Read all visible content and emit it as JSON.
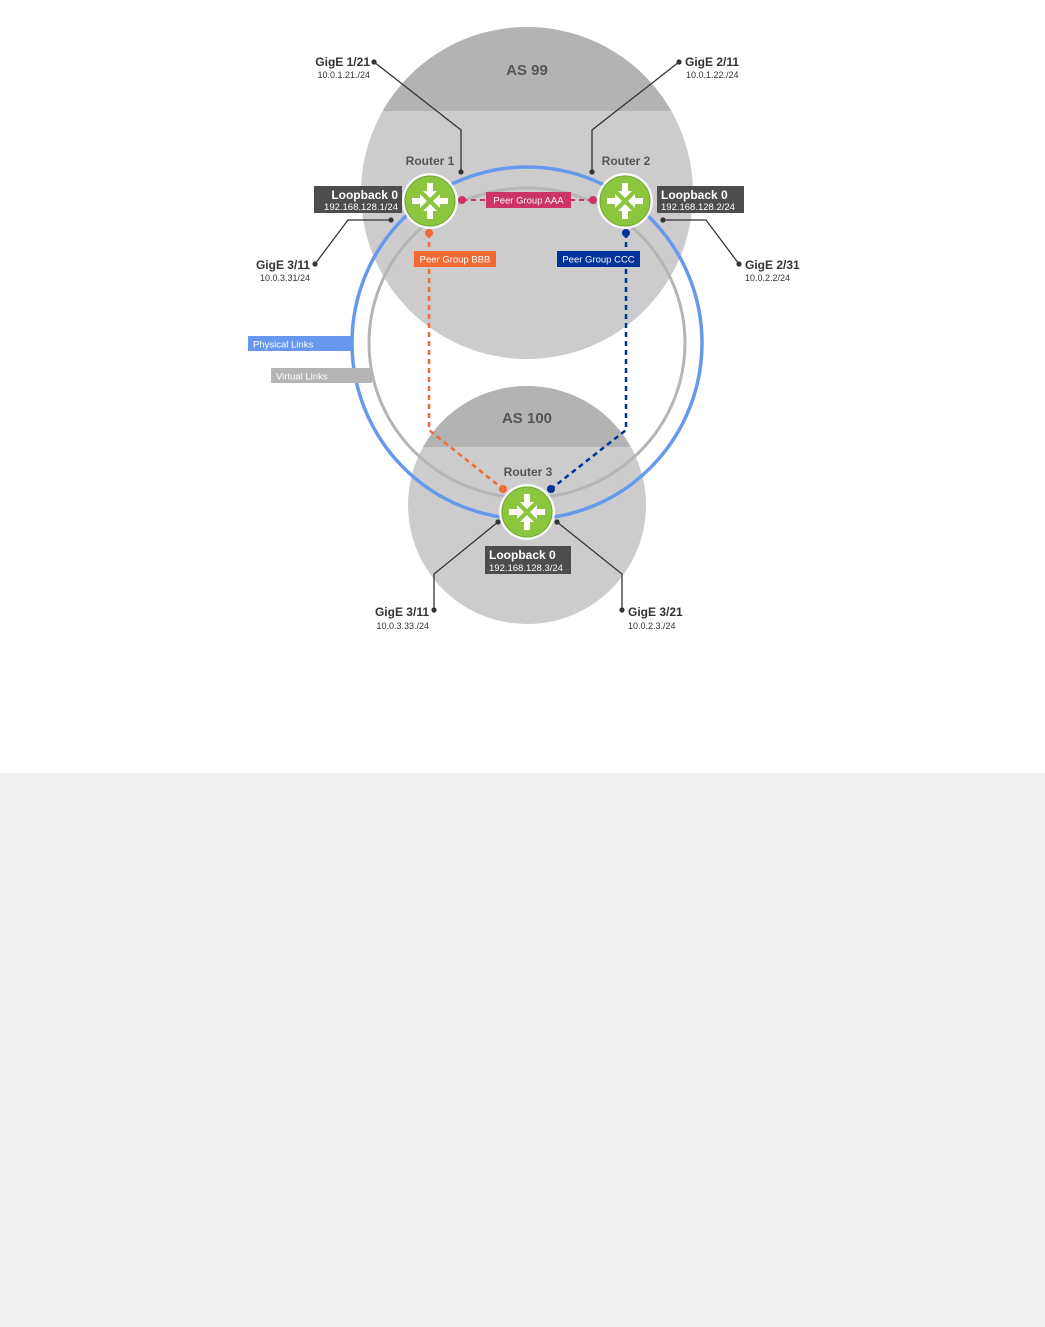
{
  "colors": {
    "as_top": "#b3b3b3",
    "as_body": "#cccccc",
    "physical_link": "#6699ee",
    "virtual_link": "#b5b5b5",
    "router_fill": "#8cc63f",
    "router_ring": "#ffffff",
    "loopback_box": "#4d4d4d",
    "peer_group_aaa": "#cc3366",
    "peer_group_bbb": "#f26a33",
    "peer_group_ccc": "#003399",
    "port_line": "#333333",
    "panel_bg": "#ffffff",
    "page_bg": "#f0f0f0"
  },
  "as_zones": {
    "as99": {
      "title": "AS 99"
    },
    "as100": {
      "title": "AS 100"
    }
  },
  "routers": {
    "router1": {
      "name": "Router 1",
      "icon": "router-arrows-icon"
    },
    "router2": {
      "name": "Router 2",
      "icon": "router-arrows-icon"
    },
    "router3": {
      "name": "Router 3",
      "icon": "router-arrows-icon"
    }
  },
  "loopbacks": {
    "r1": {
      "title": "Loopback 0",
      "ip": "192.168.128.1/24"
    },
    "r2": {
      "title": "Loopback 0",
      "ip": "192.168.128.2/24"
    },
    "r3": {
      "title": "Loopback 0",
      "ip": "192.168.128.3/24"
    }
  },
  "ports": {
    "gige_1_21": {
      "name": "GigE 1/21",
      "ip": "10.0.1.21./24"
    },
    "gige_2_11": {
      "name": "GigE 2/11",
      "ip": "10.0.1.22./24"
    },
    "gige_3_11_r1": {
      "name": "GigE 3/11",
      "ip": "10.0.3.31/24"
    },
    "gige_2_31": {
      "name": "GigE 2/31",
      "ip": "10.0.2.2/24"
    },
    "gige_3_11_r3": {
      "name": "GigE 3/11",
      "ip": "10.0.3.33./24"
    },
    "gige_3_21": {
      "name": "GigE 3/21",
      "ip": "10.0.2.3./24"
    }
  },
  "peer_groups": {
    "aaa": {
      "label": "Peer Group AAA"
    },
    "bbb": {
      "label": "Peer Group BBB"
    },
    "ccc": {
      "label": "Peer Group CCC"
    }
  },
  "legend": {
    "physical": "Physical Links",
    "virtual": "Virtual Links"
  }
}
